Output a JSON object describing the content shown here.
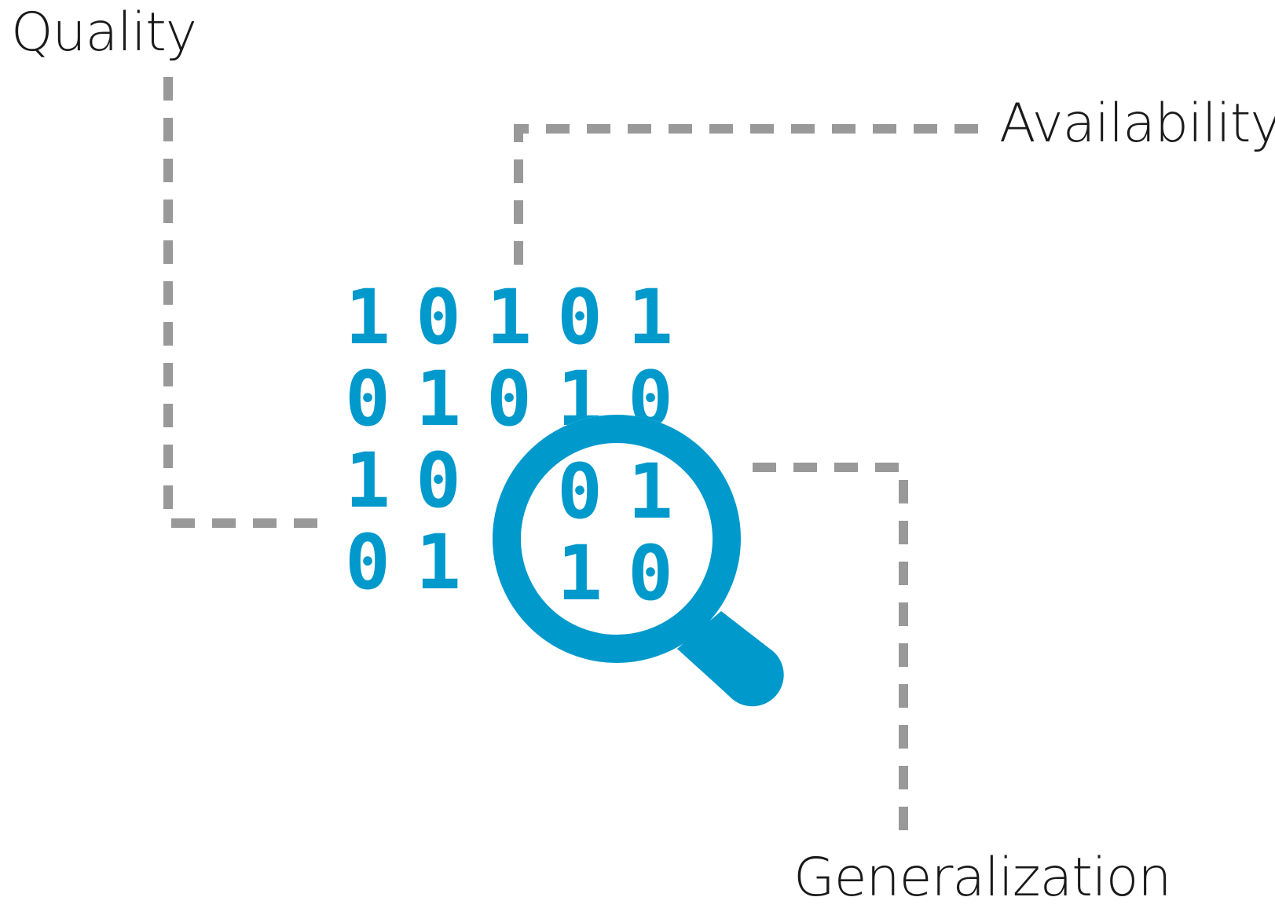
{
  "labels": {
    "quality": "Quality",
    "availability": "Availability",
    "generalization": "Generalization"
  },
  "binary_grid": [
    [
      "1",
      "0",
      "1",
      "0",
      "1"
    ],
    [
      "0",
      "1",
      "0",
      "1",
      "0"
    ],
    [
      "1",
      "0"
    ],
    [
      "0",
      "1"
    ]
  ],
  "magnified_digits": [
    [
      "0",
      "1"
    ],
    [
      "1",
      "0"
    ]
  ],
  "icons": {
    "magnifier": "magnifying-glass-icon"
  },
  "colors": {
    "accent": "#0099CC",
    "connector": "#999999",
    "text": "#1a1a1a"
  }
}
